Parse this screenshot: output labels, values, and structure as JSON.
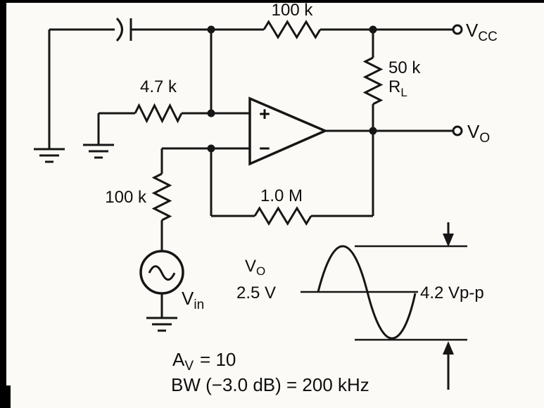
{
  "schematic": {
    "top_resistor_label": "100 k",
    "load_resistor_value": "50 k",
    "load_resistor_ref": "R",
    "load_resistor_ref_sub": "L",
    "noninverting_resistor_label": "4.7 k",
    "feedback_resistor_label": "1.0 M",
    "source_resistor_label": "100 k",
    "vcc_terminal": "V",
    "vcc_terminal_sub": "CC",
    "vout_terminal": "V",
    "vout_terminal_sub": "O",
    "opamp_plus": "+",
    "opamp_minus": "−",
    "source_name": "V",
    "source_name_sub": "in"
  },
  "waveform": {
    "signal_name": "V",
    "signal_name_sub": "O",
    "dc_level": "2.5 V",
    "peak_to_peak": "4.2 Vp-p"
  },
  "notes": {
    "gain_symbol": "A",
    "gain_symbol_sub": "V",
    "gain_value": "= 10",
    "bandwidth": "BW (−3.0 dB) = 200 kHz"
  }
}
